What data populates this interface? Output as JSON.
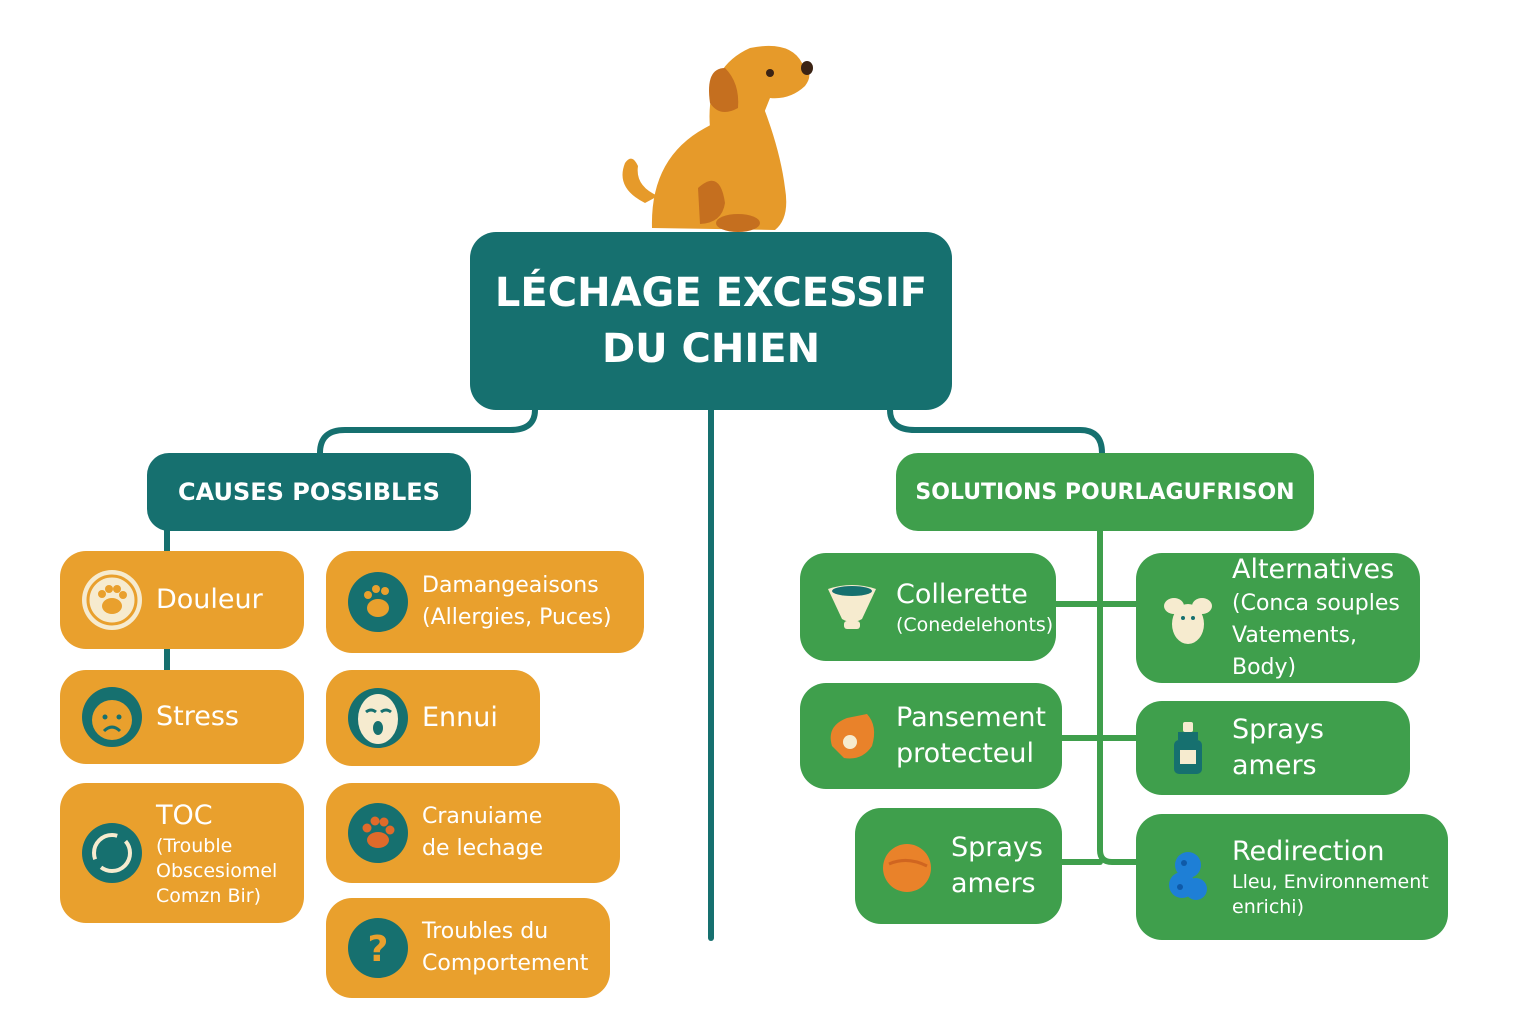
{
  "title": {
    "line1": "LÉCHAGE EXCESSIF",
    "line2": "DU CHIEN"
  },
  "causes": {
    "header": "CAUSES POSSIBLES",
    "items": [
      {
        "lines": [
          "Douleur"
        ],
        "icon": "paw-icon"
      },
      {
        "lines": [
          "Damangeaisons",
          "(Allergies, Puces)"
        ],
        "icon": "scratching-paw-icon"
      },
      {
        "lines": [
          "Stress"
        ],
        "icon": "stressed-dog-icon"
      },
      {
        "lines": [
          "Ennui"
        ],
        "icon": "bored-face-icon"
      },
      {
        "lines": [
          "TOC",
          "(Trouble",
          "Obscesiomel",
          "Comzn Bir)"
        ],
        "icon": "cycle-arrows-icon"
      },
      {
        "lines": [
          "Cranuiame",
          "de lechage"
        ],
        "icon": "red-paw-icon"
      },
      {
        "lines": [
          "Troubles du",
          "Comportement"
        ],
        "icon": "question-mark-icon"
      }
    ]
  },
  "solutions": {
    "header": "SOLUTIONS POURLAGUFRISON",
    "items": [
      {
        "lines": [
          "Collerette",
          "(Conedelehonts)"
        ],
        "icon": "cone-collar-icon"
      },
      {
        "lines": [
          "Alternatives",
          "(Conca souples",
          "Vatements, Body)"
        ],
        "icon": "soft-toy-icon"
      },
      {
        "lines": [
          "Pansement",
          "protecteul"
        ],
        "icon": "bandaged-paw-icon"
      },
      {
        "lines": [
          "Sprays amers"
        ],
        "icon": "spray-bottle-icon"
      },
      {
        "lines": [
          "Sprays",
          "amers"
        ],
        "icon": "ball-icon"
      },
      {
        "lines": [
          "Redirection",
          "Lleu, Environnement",
          "enrichi)"
        ],
        "icon": "puzzle-toy-icon"
      }
    ]
  },
  "colors": {
    "teal": "#16706f",
    "orange": "#e9a02d",
    "green": "#3f9f4c",
    "cream": "#f6ebcf",
    "dog": "#e69a2a"
  }
}
